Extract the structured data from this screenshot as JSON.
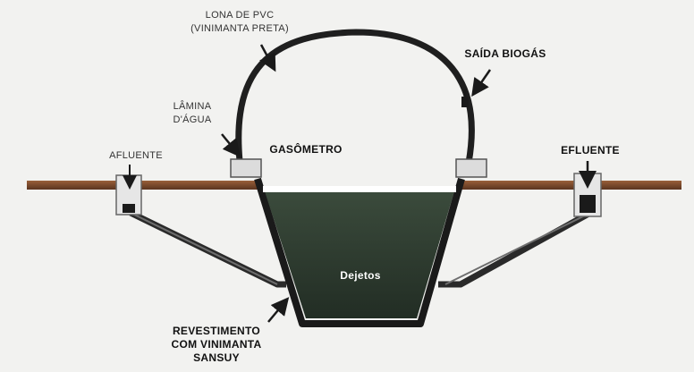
{
  "diagram": {
    "labels": {
      "lona_line1": "LONA DE PVC",
      "lona_line2": "(VINIMANTA PRETA)",
      "saida_biogas": "SAÍDA BIOGÁS",
      "lamina_line1": "LÂMINA",
      "lamina_line2": "D'ÁGUA",
      "gasometro": "GASÔMETRO",
      "afluente": "AFLUENTE",
      "efluente": "EFLUENTE",
      "dejetos": "Dejetos",
      "revest_line1": "REVESTIMENTO",
      "revest_line2": "COM VINIMANTA",
      "revest_line3": "SANSUY"
    },
    "colors": {
      "background": "#f2f2f0",
      "ground": "#7a4a2c",
      "slurry": "#2c3a2e",
      "outline": "#1a1a1a"
    },
    "icons": [
      "arrow-icon",
      "biogas-valve-icon"
    ]
  }
}
